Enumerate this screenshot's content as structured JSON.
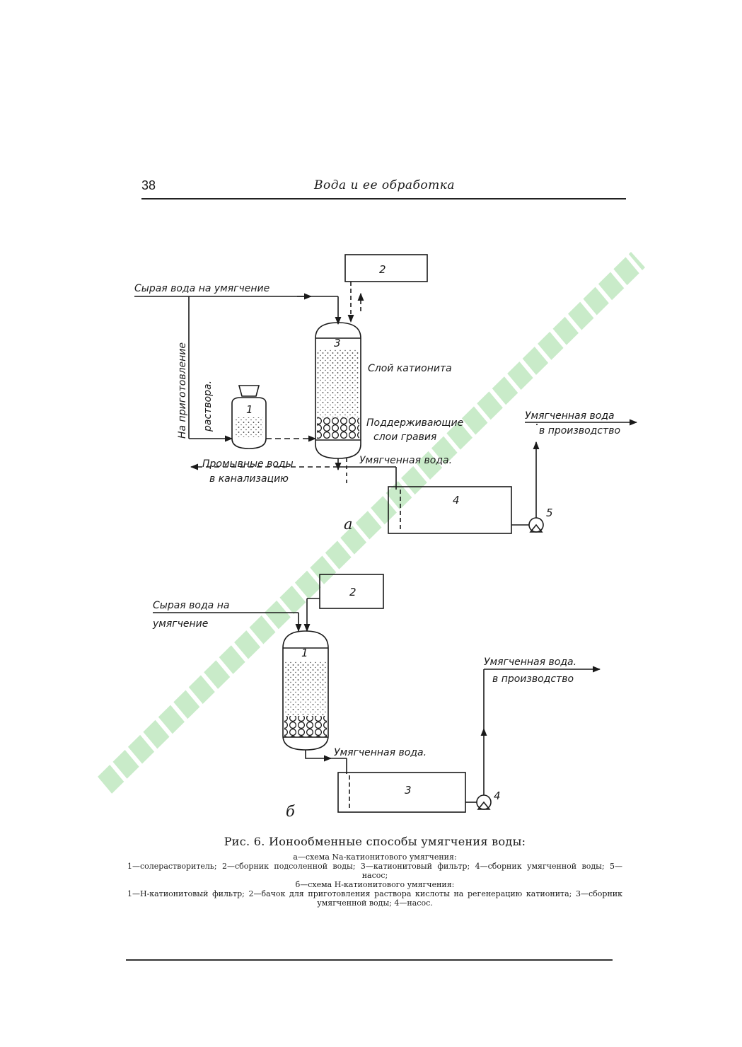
{
  "header": {
    "page_number": "38",
    "running_title": "Вода и ее обработка"
  },
  "scheme_a": {
    "sublabel": "а",
    "raw_water": "Сырая вода на умягчение",
    "to_solution_line1": "На приготовление",
    "to_solution_line2": "раствора.",
    "cationite_layer": "Слой катионита",
    "gravel_line1": "Поддерживающие",
    "gravel_line2": "слои гравия",
    "wash_line1": "Промывные воды",
    "wash_line2": "в канализацию",
    "softened": "Умягченная вода.",
    "to_prod_line1": "Умягченная вода",
    "to_prod_line2": "в производство",
    "n1": "1",
    "n2": "2",
    "n3": "3",
    "n4": "4",
    "n5": "5"
  },
  "scheme_b": {
    "sublabel": "б",
    "raw_line1": "Сырая вода на",
    "raw_line2": "умягчение",
    "softened": "Умягченная вода.",
    "to_prod_line1": "Умягченная вода.",
    "to_prod_line2": "в производство",
    "n1": "1",
    "n2": "2",
    "n3": "3",
    "n4": "4"
  },
  "caption": {
    "title": "Рис. 6. Ионообменные способы умягчения воды:",
    "a_head": "а—схема Na-катионитового умягчения:",
    "a_body": "1—солерастворитель; 2—сборник подсоленной воды; 3—катионитовый фильтр; 4—сборник умягченной воды; 5—насос;",
    "b_head": "б—схема Н-катионитового умягчения:",
    "b_body": "1—Н-катионитовый фильтр; 2—бачок для приготовления раствора кислоты на регенерацию катионита; 3—сборник умягченной воды; 4—насос."
  },
  "colors": {
    "ink": "#1a1a1a",
    "watermark": "#b9e6b9"
  }
}
